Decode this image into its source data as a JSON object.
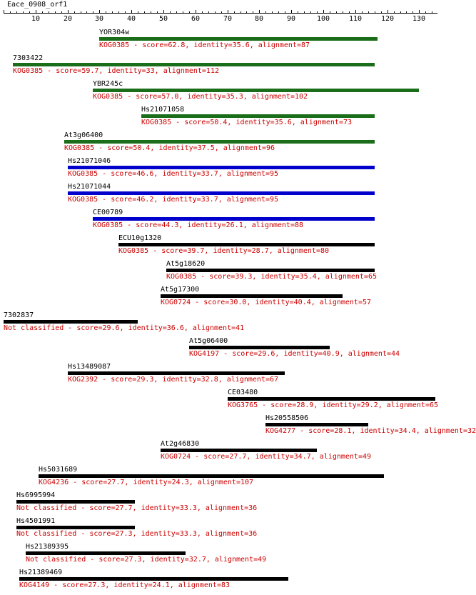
{
  "query": {
    "name": "Eace_0908_orf1",
    "axis_ticks": [
      10,
      20,
      30,
      40,
      50,
      60,
      70,
      80,
      90,
      100,
      110,
      120,
      130
    ]
  },
  "colors": {
    "green": "#1a6e1a",
    "blue": "#0000cc",
    "black": "#000000",
    "desc": "#cc0000"
  },
  "hits": [
    {
      "name": "YOR304w",
      "desc": "KOG0385 - score=62.8, identity=35.6, alignment=87",
      "start": 30,
      "end": 117,
      "color": "green"
    },
    {
      "name": "7303422",
      "desc": "KOG0385 - score=59.7, identity=33, alignment=112",
      "start": 3,
      "end": 116,
      "color": "green"
    },
    {
      "name": "YBR245c",
      "desc": "KOG0385 - score=57.0, identity=35.3, alignment=102",
      "start": 28,
      "end": 130,
      "color": "green"
    },
    {
      "name": "Hs21071058",
      "desc": "KOG0385 - score=50.4, identity=35.6, alignment=73",
      "start": 43,
      "end": 116,
      "color": "green"
    },
    {
      "name": "At3g06400",
      "desc": "KOG0385 - score=50.4, identity=37.5, alignment=96",
      "start": 19,
      "end": 116,
      "color": "green"
    },
    {
      "name": "Hs21071046",
      "desc": "KOG0385 - score=46.6, identity=33.7, alignment=95",
      "start": 20,
      "end": 116,
      "color": "blue"
    },
    {
      "name": "Hs21071044",
      "desc": "KOG0385 - score=46.2, identity=33.7, alignment=95",
      "start": 20,
      "end": 116,
      "color": "blue"
    },
    {
      "name": "CE00789",
      "desc": "KOG0385 - score=44.3, identity=26.1, alignment=88",
      "start": 28,
      "end": 116,
      "color": "blue"
    },
    {
      "name": "ECU10g1320",
      "desc": "KOG0385 - score=39.7, identity=28.7, alignment=80",
      "start": 36,
      "end": 116,
      "color": "black"
    },
    {
      "name": "At5g18620",
      "desc": "KOG0385 - score=39.3, identity=35.4, alignment=65",
      "start": 51,
      "end": 116,
      "color": "black"
    },
    {
      "name": "At5g17300",
      "desc": "KOG0724 - score=30.0, identity=40.4, alignment=57",
      "start": 49,
      "end": 106,
      "color": "black"
    },
    {
      "name": "7302837",
      "desc": "Not classified - score=29.6, identity=36.6, alignment=41",
      "start": 0,
      "end": 42,
      "color": "black"
    },
    {
      "name": "At5g06400",
      "desc": "KOG4197 - score=29.6, identity=40.9, alignment=44",
      "start": 58,
      "end": 102,
      "color": "black"
    },
    {
      "name": "Hs13489087",
      "desc": "KOG2392 - score=29.3, identity=32.8, alignment=67",
      "start": 20,
      "end": 88,
      "color": "black"
    },
    {
      "name": "CE03480",
      "desc": "KOG3765 - score=28.9, identity=29.2, alignment=65",
      "start": 70,
      "end": 135,
      "color": "black"
    },
    {
      "name": "Hs20558506",
      "desc": "KOG4277 - score=28.1, identity=34.4, alignment=32",
      "start": 82,
      "end": 114,
      "color": "black"
    },
    {
      "name": "At2g46830",
      "desc": "KOG0724 - score=27.7, identity=34.7, alignment=49",
      "start": 49,
      "end": 98,
      "color": "black"
    },
    {
      "name": "Hs5031689",
      "desc": "KOG4236 - score=27.7, identity=24.3, alignment=107",
      "start": 11,
      "end": 119,
      "color": "black"
    },
    {
      "name": "Hs6995994",
      "desc": "Not classified - score=27.7, identity=33.3, alignment=36",
      "start": 4,
      "end": 41,
      "color": "black"
    },
    {
      "name": "Hs4501991",
      "desc": "Not classified - score=27.3, identity=33.3, alignment=36",
      "start": 4,
      "end": 41,
      "color": "black"
    },
    {
      "name": "Hs21389395",
      "desc": "Not classified - score=27.3, identity=32.7, alignment=49",
      "start": 7,
      "end": 57,
      "color": "black"
    },
    {
      "name": "Hs21389469",
      "desc": "KOG4149 - score=27.3, identity=24.1, alignment=83",
      "start": 5,
      "end": 89,
      "color": "black"
    }
  ]
}
